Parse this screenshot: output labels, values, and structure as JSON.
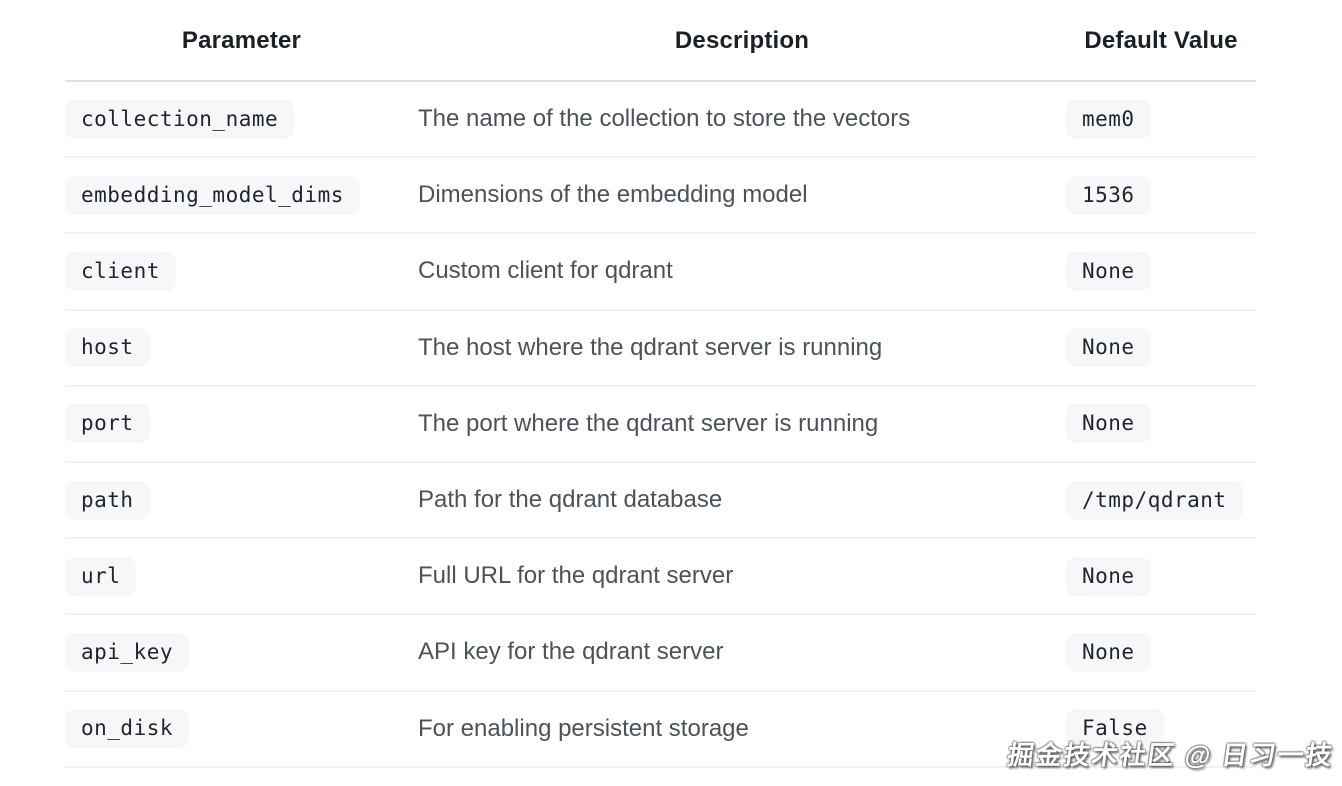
{
  "table": {
    "headers": [
      "Parameter",
      "Description",
      "Default Value"
    ],
    "rows": [
      {
        "parameter": "collection_name",
        "description": "The name of the collection to store the vectors",
        "default": "mem0"
      },
      {
        "parameter": "embedding_model_dims",
        "description": "Dimensions of the embedding model",
        "default": "1536"
      },
      {
        "parameter": "client",
        "description": "Custom client for qdrant",
        "default": "None"
      },
      {
        "parameter": "host",
        "description": "The host where the qdrant server is running",
        "default": "None"
      },
      {
        "parameter": "port",
        "description": "The port where the qdrant server is running",
        "default": "None"
      },
      {
        "parameter": "path",
        "description": "Path for the qdrant database",
        "default": "/tmp/qdrant"
      },
      {
        "parameter": "url",
        "description": "Full URL for the qdrant server",
        "default": "None"
      },
      {
        "parameter": "api_key",
        "description": "API key for the qdrant server",
        "default": "None"
      },
      {
        "parameter": "on_disk",
        "description": "For enabling persistent storage",
        "default": "False"
      }
    ]
  },
  "watermark": {
    "text": "掘金技术社区 @ 日习一技"
  },
  "colors": {
    "page_background": "#ffffff",
    "header_text": "#1b2026",
    "description_text": "#4c525a",
    "pill_background": "#f6f7f8",
    "pill_text": "#21252c",
    "header_divider": "#e1e1e3",
    "row_divider": "#f1f1f2",
    "watermark_text": "#ffffff"
  }
}
